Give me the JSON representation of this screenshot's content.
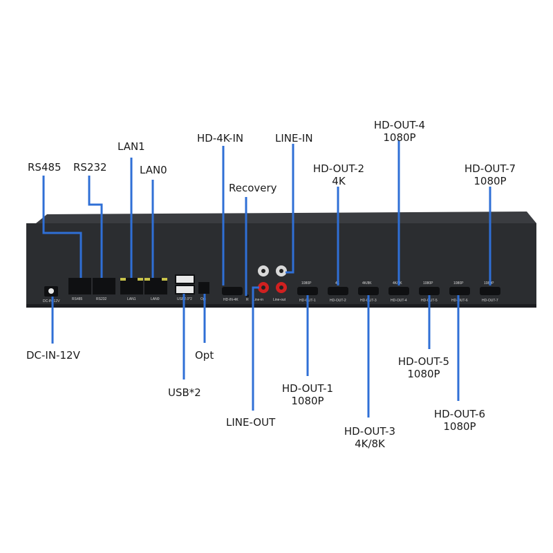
{
  "labels": {
    "rs485": "RS485",
    "rs232": "RS232",
    "lan1": "LAN1",
    "lan0": "LAN0",
    "hd_4k_in": "HD-4K-IN",
    "recovery": "Recovery",
    "line_in": "LINE-IN",
    "hd_out_2": {
      "name": "HD-OUT-2",
      "res": "4K"
    },
    "hd_out_4": {
      "name": "HD-OUT-4",
      "res": "1080P"
    },
    "hd_out_7": {
      "name": "HD-OUT-7",
      "res": "1080P"
    },
    "dc_in": "DC-IN-12V",
    "opt": "Opt",
    "usb": "USB*2",
    "line_out": "LINE-OUT",
    "hd_out_1": {
      "name": "HD-OUT-1",
      "res": "1080P"
    },
    "hd_out_3": {
      "name": "HD-OUT-3",
      "res": "4K/8K"
    },
    "hd_out_5": {
      "name": "HD-OUT-5",
      "res": "1080P"
    },
    "hd_out_6": {
      "name": "HD-OUT-6",
      "res": "1080P"
    }
  },
  "panel_print": {
    "dc": "DC-IN-12V",
    "rs485": "RS485",
    "rs232": "RS232",
    "lan1": "LAN1",
    "lan0": "LAN0",
    "usb": "USB2.0*2",
    "opt": "Opt",
    "hdin": "HD-IN-4K",
    "r": "R",
    "linein": "Line-in",
    "lineout": "Line-out",
    "out1": "HD-OUT-1",
    "out2": "HD-OUT-2",
    "out3": "HD-OUT-3",
    "out4": "HD-OUT-4",
    "out5": "HD-OUT-5",
    "out6": "HD-OUT-6",
    "out7": "HD-OUT-7",
    "res1": "1080P",
    "res2": "4K",
    "res3": "4K/8K",
    "res4": "4K/8K",
    "res5": "1080P",
    "res6": "1080P",
    "res7": "1080P"
  },
  "colors": {
    "leader": "#2f6fd6",
    "chassis": "#2b2d30",
    "chassis_top": "#3a3c40",
    "port": "#0f1012"
  }
}
